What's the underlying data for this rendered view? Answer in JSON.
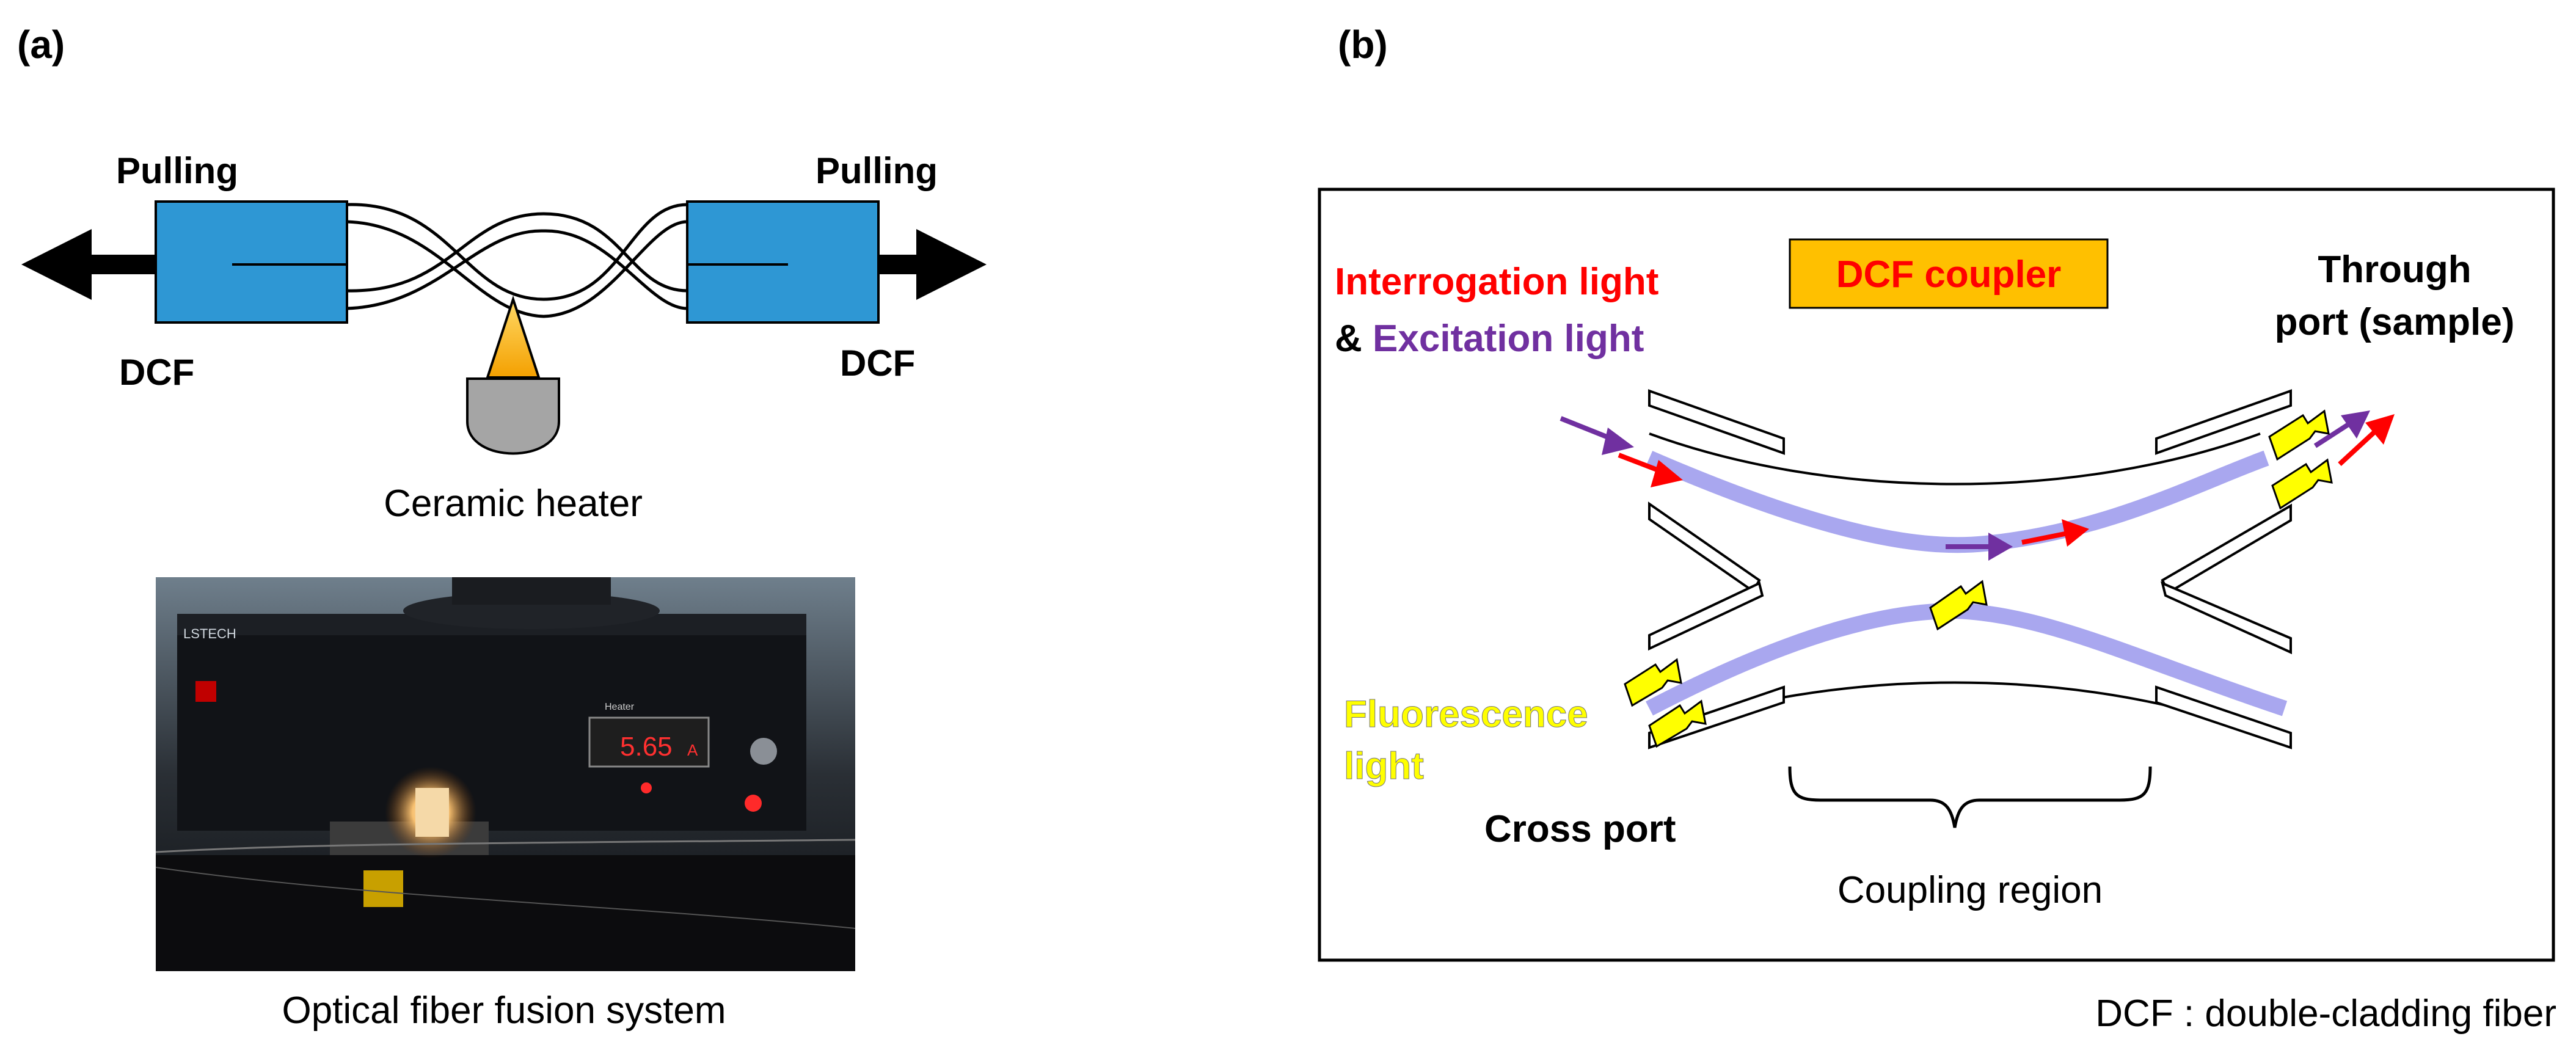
{
  "panel_a": {
    "label": "(a)",
    "pulling_left": "Pulling",
    "pulling_right": "Pulling",
    "dcf_left": "DCF",
    "dcf_right": "DCF",
    "heater_caption": "Ceramic heater",
    "photo_caption": "Optical fiber fusion system",
    "photo": {
      "brand_text": "LSTECH",
      "heater_panel_label": "Heater",
      "display_value": "5.65",
      "display_unit": "A"
    }
  },
  "panel_b": {
    "label": "(b)",
    "coupler_title": "DCF coupler",
    "interrogation_label": "Interrogation light",
    "excitation_prefix": "& ",
    "excitation_label": "Excitation light",
    "through_port_line1": "Through",
    "through_port_line2": "port (sample)",
    "fluorescence_line1": "Fluorescence",
    "fluorescence_line2": "light",
    "cross_port": "Cross port",
    "coupling_region": "Coupling region"
  },
  "footnote": "DCF : double-cladding fiber",
  "colors": {
    "clamp_blue": "#2e97d4",
    "interrogation_red": "#ff0000",
    "excitation_purple": "#7030a0",
    "fluorescence_yellow": "#ffff00",
    "core_lavender": "#a9a7ef",
    "coupler_box_orange": "#ffc000",
    "flame": "#f4b400",
    "heater_gray": "#a5a5a5"
  }
}
